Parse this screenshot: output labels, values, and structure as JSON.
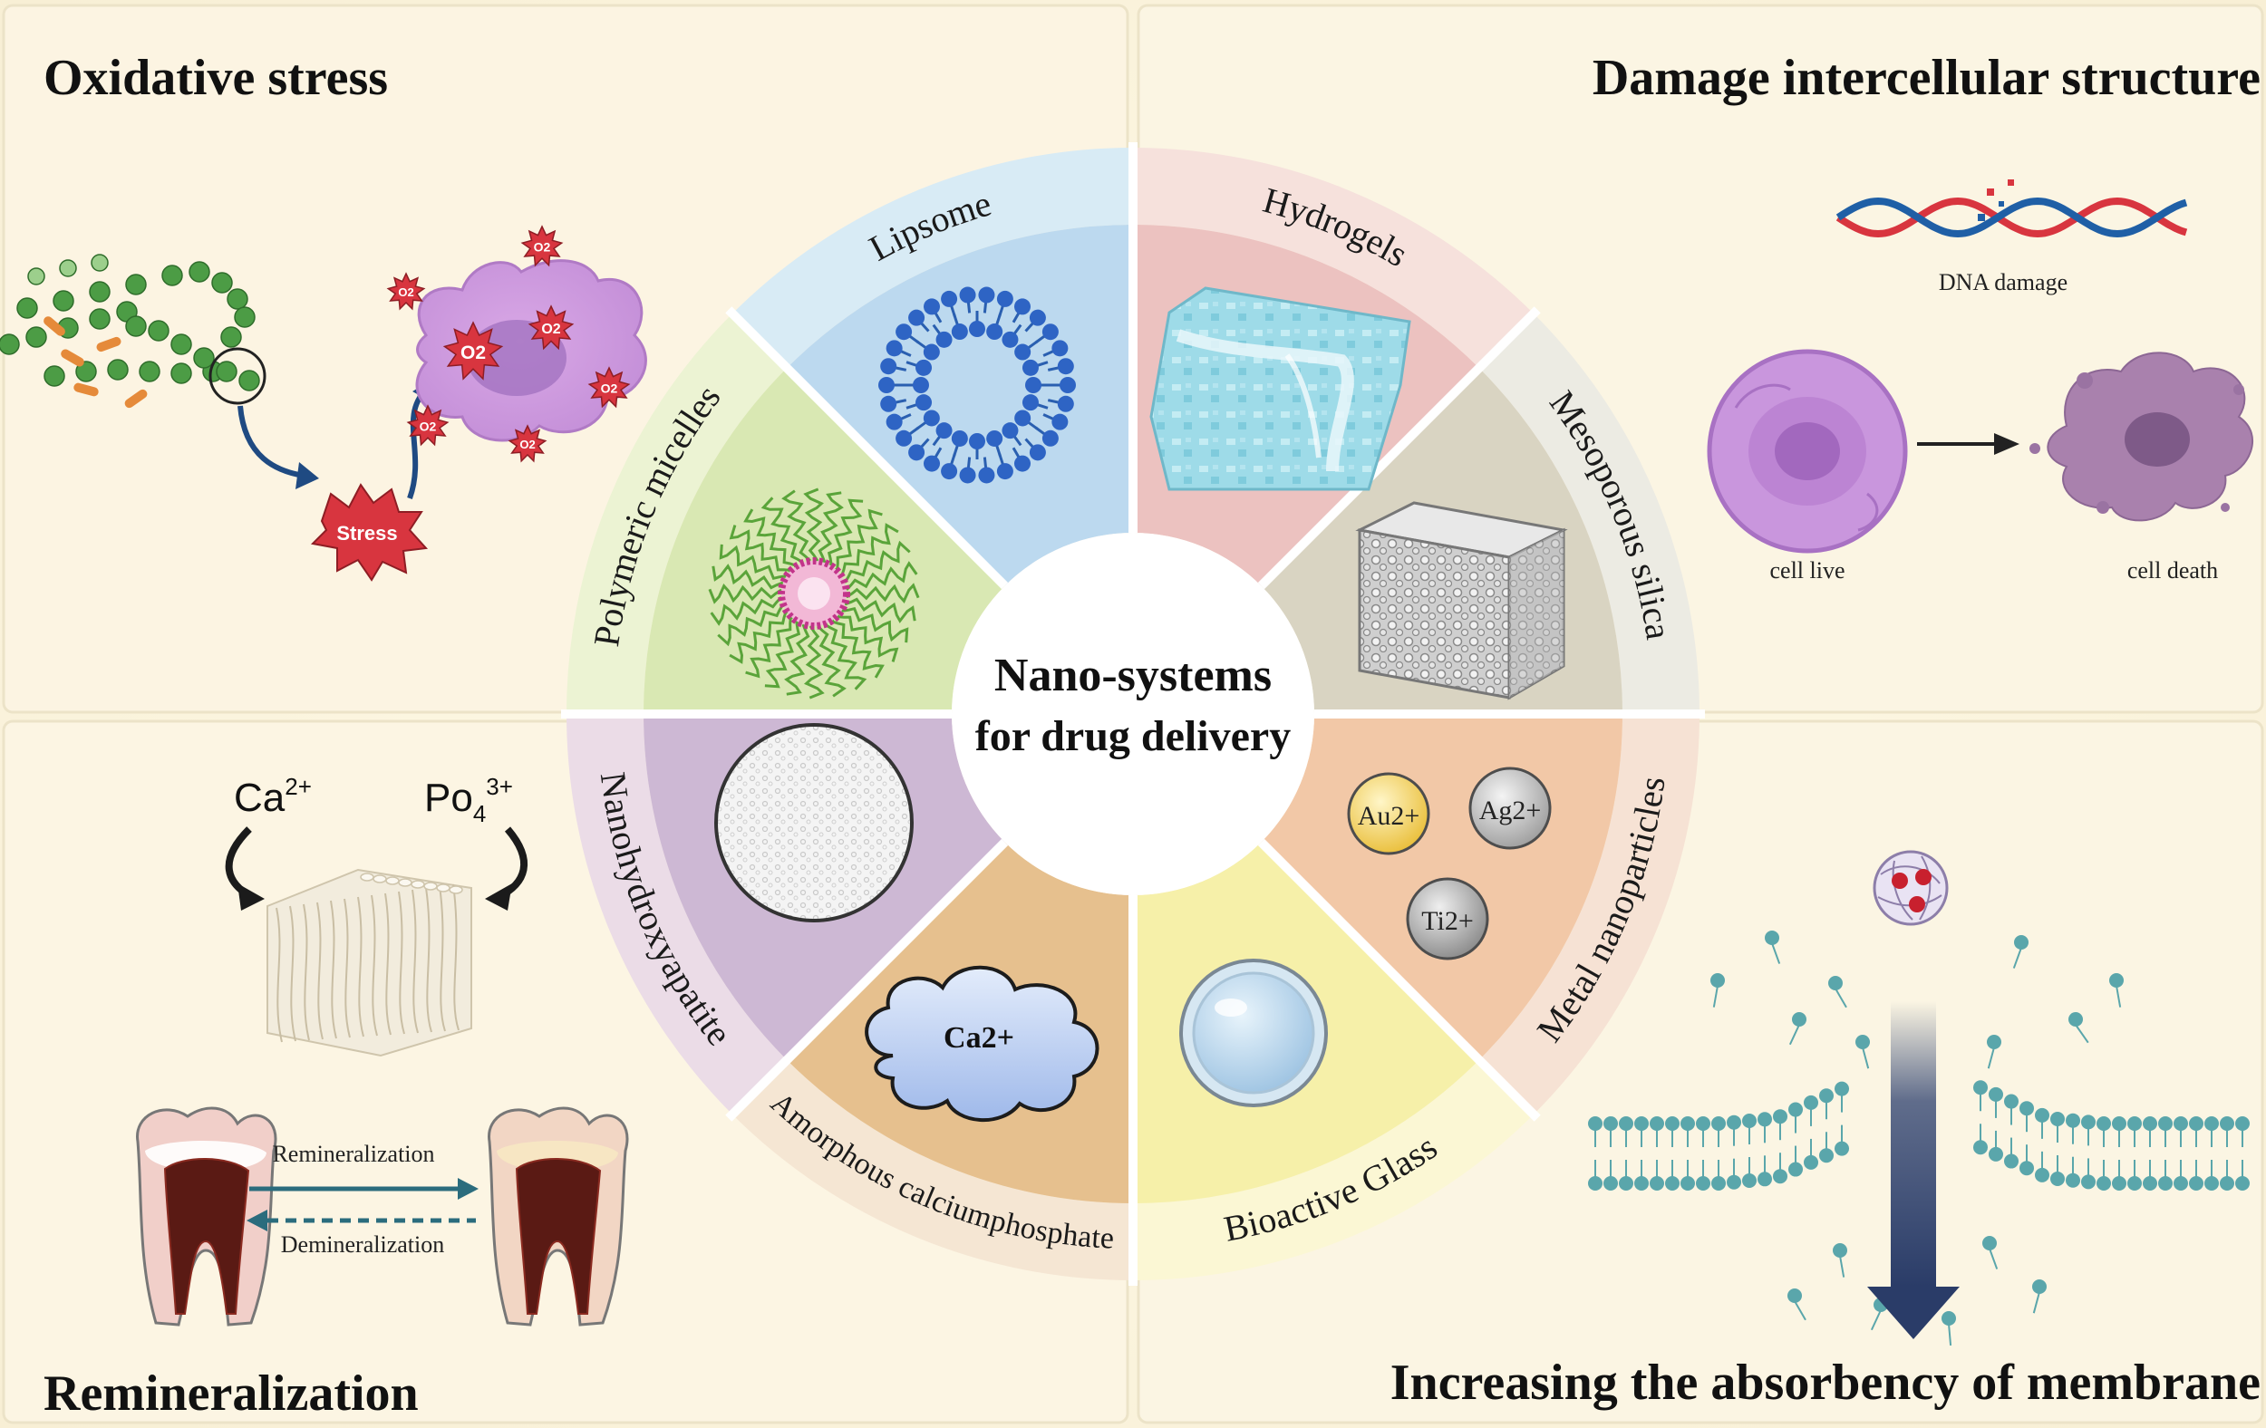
{
  "center": {
    "line1": "Nano-systems",
    "line2": "for  drug delivery"
  },
  "quadrants": {
    "top_left": {
      "title": "Oxidative stress",
      "stress_label": "Stress",
      "ros_label": "O2"
    },
    "top_right": {
      "title": "Damage intercellular structure",
      "dna_label": "DNA damage",
      "cell_live_label": "cell live",
      "cell_death_label": "cell death"
    },
    "bottom_left": {
      "title": "Remineralization",
      "ion1": "Ca2+",
      "ion2": "Po43+",
      "arrow_forward": "Remineralization",
      "arrow_back": "Demineralization"
    },
    "bottom_right": {
      "title": "Increasing the absorbency of membrane"
    }
  },
  "segments": [
    {
      "label": "Lipsome",
      "outer": "#d8ebf5",
      "inner": "#bcd9ef"
    },
    {
      "label": "Hydrogels",
      "outer": "#f6e1dc",
      "inner": "#ecc2c0"
    },
    {
      "label": "Mesoporous silica",
      "outer": "#ecebe3",
      "inner": "#d9d4c2"
    },
    {
      "label": "Metal nanoparticles",
      "outer": "#f6e2d4",
      "inner": "#f2c8a7"
    },
    {
      "label": "Bioactive Glass",
      "outer": "#fbf7d4",
      "inner": "#f6f0a9"
    },
    {
      "label": "Amorphous calciumphosphate",
      "outer": "#f5e6d3",
      "inner": "#e6c08e"
    },
    {
      "label": "Nanohydroxyapatite",
      "outer": "#ebdce7",
      "inner": "#cdb8d4"
    },
    {
      "label": "Polymeric micelles",
      "outer": "#ecf3d3",
      "inner": "#d9e8b3"
    }
  ],
  "metal_ions": [
    "Au2+",
    "Ag2+",
    "Ti2+"
  ],
  "acp_label": "Ca2+",
  "colors": {
    "background": "#fbf6e6",
    "stress": "#d8353f",
    "arrow_blue": "#1f4a82",
    "membrane": "#5aa6ab"
  }
}
